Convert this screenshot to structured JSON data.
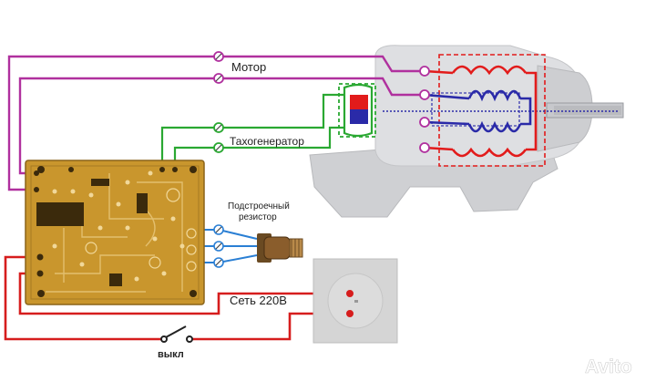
{
  "labels": {
    "motor": "Мотор",
    "tacho": "Тахогенератор",
    "trimmer_line1": "Подстроечный",
    "trimmer_line2": "резистор",
    "mains": "Сеть 220В",
    "switch_off": "выкл",
    "watermark": "Avito"
  },
  "colors": {
    "motor_wire": "#b0309e",
    "tacho_wire": "#2aa832",
    "trimmer_wire": "#2a7fd4",
    "mains_wire": "#d61d1d",
    "stator_coil": "#e21b1b",
    "rotor_coil": "#2a2aa8",
    "pcb": "#c9962d",
    "motor_body": "#d9dadd",
    "outlet": "#d5d5d5"
  },
  "icons": [
    "pcb-board",
    "motor",
    "trimmer-potentiometer",
    "wall-outlet",
    "switch-icon",
    "avito-logo"
  ]
}
